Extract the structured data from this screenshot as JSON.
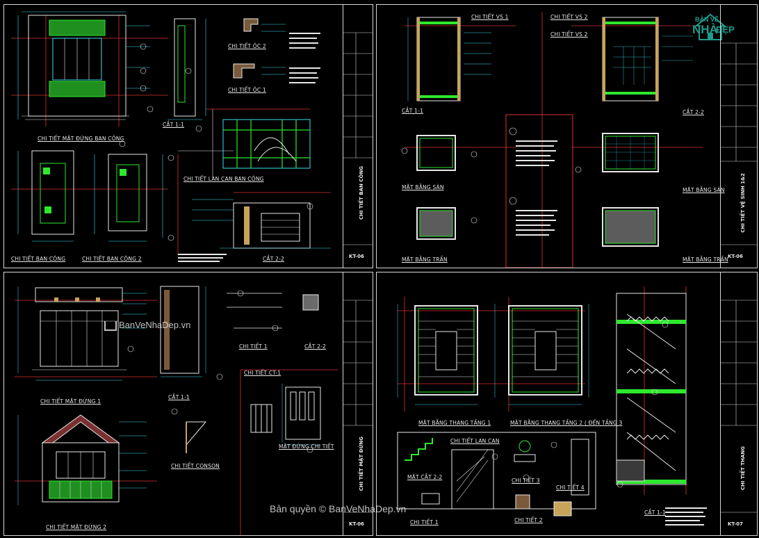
{
  "colors": {
    "frame": "#d8d8d8",
    "cyan": "#38e0f0",
    "green": "#2ee82e",
    "red": "#e03030",
    "white": "#e8e8e8",
    "brand": "#1f9a8c"
  },
  "sheet1": {
    "labels": {
      "mat_dung": "CHI TIẾT MẶT ĐỨNG BAN CÔNG",
      "oc2": "CHI TIẾT ÔC 2",
      "oc1": "CHI TIẾT ÔC 1",
      "cat11": "CẮT 1-1",
      "lan_can": "CHI TIẾT LAN CAN BAN CÔNG",
      "ban_cong": "CHI TIẾT BAN CÔNG",
      "ban_cong2": "CHI TIẾT BAN CÔNG 2",
      "cat22": "CẮT 2-2"
    },
    "title_block": "CHI TIẾT BAN CÔNG",
    "sheet_no": "KT-06"
  },
  "sheet2": {
    "labels": {
      "vs1": "CHI TIẾT VS 1",
      "vs2a": "CHI TIẾT VS 2",
      "vs2b": "CHI TIẾT VS 2",
      "cat11": "CẮT 1-1",
      "cat22": "CẮT 2-2",
      "mb_san1": "MẶT BẰNG SÀN",
      "mb_san2": "MẶT BẰNG SÀN",
      "mb_tran1": "MẶT BẰNG TRẦN",
      "mb_tran2": "MẶT BẰNG TRẦN"
    },
    "title_block": "CHI TIẾT VỆ SINH 1&2",
    "sheet_no": "KT-06"
  },
  "sheet3": {
    "labels": {
      "md1": "CHI TIẾT MẶT ĐỨNG 1",
      "cat11": "CẮT 1-1",
      "ct1": "CHI TIẾT 1",
      "cat22": "CẮT 2-2",
      "ctct": "CHI TIẾT CT-1",
      "md_ct": "MẶT ĐỨNG CHI TIẾT",
      "congson": "CHI TIẾT CONSON",
      "md2": "CHI TIẾT MẶT ĐỨNG 2"
    },
    "title_block": "CHI TIẾT MẶT ĐỨNG",
    "sheet_no": "KT-06"
  },
  "sheet4": {
    "labels": {
      "mb_t1": "MẶT BẰNG THANG TẦNG 1",
      "mb_t2": "MẶT BẰNG THANG TẦNG 2 ( ĐẾN TẦNG 3",
      "lan_can": "CHI TIẾT LAN CAN",
      "mat_cat": "MẶT CẮT 2-2",
      "ct3": "CHI TIẾT 3",
      "ct4": "CHI TIẾT 4",
      "ct1": "CHI TIẾT 1",
      "ct2": "CHI TIẾT 2",
      "cat11": "CẮT 1-1"
    },
    "title_block": "CHI TIẾT THANG",
    "sheet_no": "KT-07"
  },
  "watermarks": {
    "top": "BanVeNhaDep.vn",
    "bottom": "Bản quyền © BanVeNhaDep.vn"
  },
  "logo": {
    "line1": "BẢN VẼ",
    "line2": "NHÀ",
    "line3": "ĐẸP"
  }
}
